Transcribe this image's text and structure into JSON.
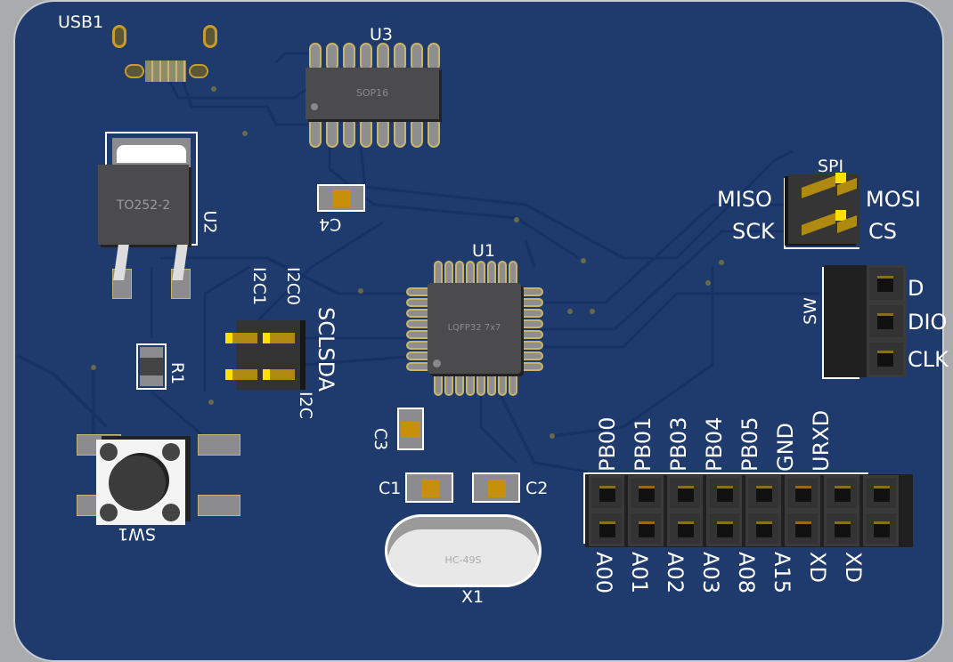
{
  "board": {
    "color": "#1f3a6d",
    "edge_color": "#c9ccd2",
    "silk_color": "#ffffff"
  },
  "components": {
    "usb": {
      "ref": "USB1"
    },
    "u3": {
      "ref": "U3",
      "package": "SOP16"
    },
    "u2": {
      "ref": "U2",
      "package": "TO252-2"
    },
    "c4": {
      "ref": "C4"
    },
    "u1": {
      "ref": "U1",
      "package": "LQFP32 7x7"
    },
    "spi": {
      "ref": "SPI",
      "labels": [
        "MISO",
        "MOSI",
        "SCK",
        "CS"
      ]
    },
    "sw_header": {
      "ref": "SW",
      "labels": [
        "D",
        "DIO",
        "CLK"
      ]
    },
    "i2c": {
      "labels": [
        "I2C1",
        "I2C0",
        "SCLSDA",
        "I2C"
      ]
    },
    "r1": {
      "ref": "R1"
    },
    "sw1": {
      "ref": "SW1"
    },
    "c3": {
      "ref": "C3"
    },
    "c1": {
      "ref": "C1"
    },
    "c2": {
      "ref": "C2"
    },
    "x1": {
      "ref": "X1",
      "package": "HC-49S"
    },
    "main_header": {
      "top_labels": [
        "PB00",
        "PB01",
        "PB03",
        "PB04",
        "PB05",
        "GND",
        "URXD"
      ],
      "bottom_labels": [
        "A00",
        "A01",
        "A02",
        "A03",
        "A08",
        "A15",
        "XD",
        "XD"
      ]
    }
  }
}
